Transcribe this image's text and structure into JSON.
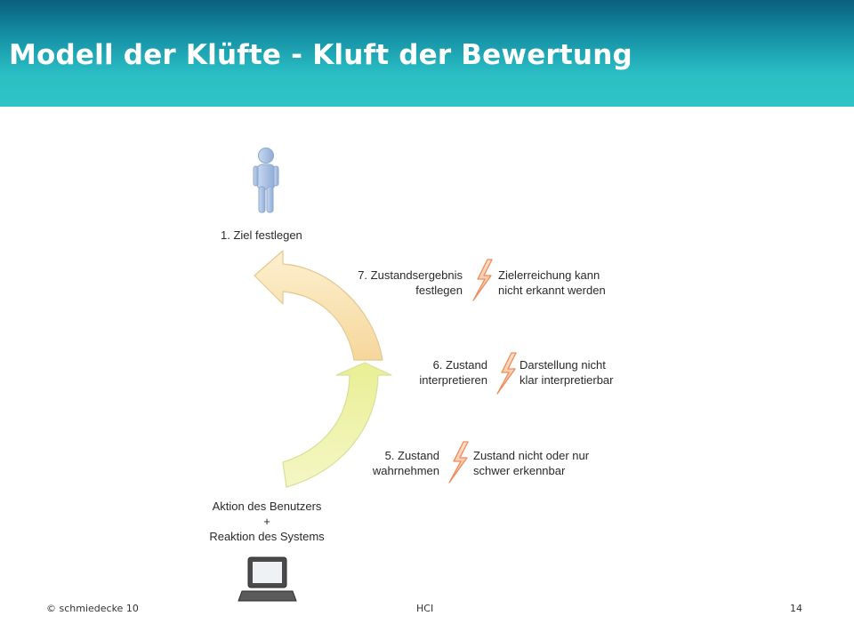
{
  "slide": {
    "title": "Modell der Klüfte - Kluft der Bewertung",
    "footer_left": "© schmiedecke 10",
    "footer_center": "HCI",
    "page_number": "14"
  },
  "diagram": {
    "goal": "1. Ziel festlegen",
    "step7": {
      "line1": "7. Zustandsergebnis",
      "line2": "festlegen"
    },
    "gap7": {
      "line1": "Zielerreichung kann",
      "line2": "nicht erkannt werden"
    },
    "step6": {
      "line1": "6. Zustand",
      "line2": "interpretieren"
    },
    "gap6": {
      "line1": "Darstellung nicht",
      "line2": "klar interpretierbar"
    },
    "step5": {
      "line1": "5. Zustand",
      "line2": "wahrnehmen"
    },
    "gap5": {
      "line1": "Zustand nicht oder nur",
      "line2": "schwer erkennbar"
    },
    "action": {
      "line1": "Aktion des Benutzers",
      "line2": "+",
      "line3": "Reaktion des Systems"
    },
    "icons": [
      "person-icon",
      "lightning-icon",
      "laptop-icon"
    ],
    "colors": {
      "upper_arrow": "#f7dca4",
      "lower_arrow": "#eef2a6",
      "person": "#a9c1e0",
      "lightning": "#f6a37a",
      "header_top": "#0a5f7c",
      "header_bottom": "#2ec4c6"
    }
  }
}
